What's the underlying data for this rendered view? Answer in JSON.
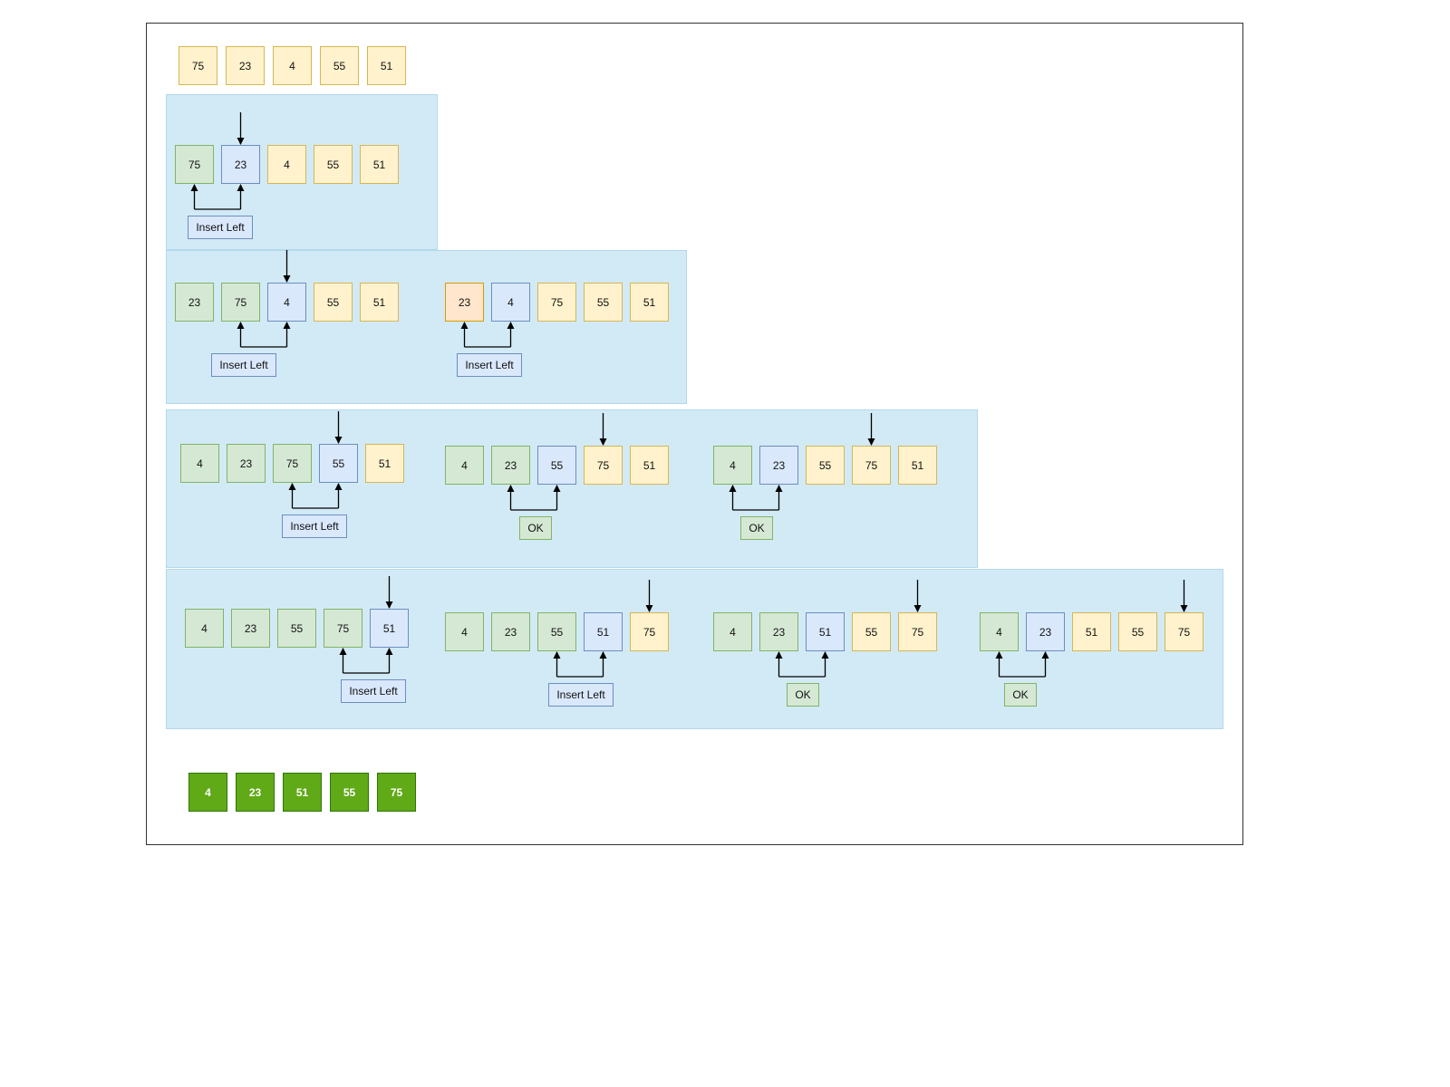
{
  "labels": {
    "insert_left": "Insert Left",
    "ok": "OK"
  },
  "colors": {
    "panel": "#d2eaf6",
    "unsorted": "#fff2cc",
    "sorted": "#d5e8d4",
    "current": "#dae8fc",
    "highlight": "#ffe6cc",
    "final": "#60a917",
    "arrow": "#000000"
  },
  "initial_array": [
    "75",
    "23",
    "4",
    "55",
    "51"
  ],
  "steps": [
    {
      "values": [
        "75",
        "23",
        "4",
        "55",
        "51"
      ],
      "states": [
        "sorted",
        "current",
        "unsorted",
        "unsorted",
        "unsorted"
      ],
      "label": "Insert Left"
    },
    {
      "values": [
        "23",
        "75",
        "4",
        "55",
        "51"
      ],
      "states": [
        "sorted",
        "sorted",
        "current",
        "unsorted",
        "unsorted"
      ],
      "label": "Insert Left"
    },
    {
      "values": [
        "23",
        "4",
        "75",
        "55",
        "51"
      ],
      "states": [
        "highlight",
        "current",
        "unsorted",
        "unsorted",
        "unsorted"
      ],
      "label": "Insert Left"
    },
    {
      "values": [
        "4",
        "23",
        "75",
        "55",
        "51"
      ],
      "states": [
        "sorted",
        "sorted",
        "sorted",
        "current",
        "unsorted"
      ],
      "label": "Insert Left"
    },
    {
      "values": [
        "4",
        "23",
        "55",
        "75",
        "51"
      ],
      "states": [
        "sorted",
        "sorted",
        "current",
        "unsorted",
        "unsorted"
      ],
      "label": "OK"
    },
    {
      "values": [
        "4",
        "23",
        "55",
        "75",
        "51"
      ],
      "states": [
        "sorted",
        "current",
        "unsorted",
        "unsorted",
        "unsorted"
      ],
      "label": "OK"
    },
    {
      "values": [
        "4",
        "23",
        "55",
        "75",
        "51"
      ],
      "states": [
        "sorted",
        "sorted",
        "sorted",
        "sorted",
        "current"
      ],
      "label": "Insert Left"
    },
    {
      "values": [
        "4",
        "23",
        "55",
        "51",
        "75"
      ],
      "states": [
        "sorted",
        "sorted",
        "sorted",
        "current",
        "unsorted"
      ],
      "label": "Insert Left"
    },
    {
      "values": [
        "4",
        "23",
        "51",
        "55",
        "75"
      ],
      "states": [
        "sorted",
        "sorted",
        "current",
        "unsorted",
        "unsorted"
      ],
      "label": "OK"
    },
    {
      "values": [
        "4",
        "23",
        "51",
        "55",
        "75"
      ],
      "states": [
        "sorted",
        "current",
        "unsorted",
        "unsorted",
        "unsorted"
      ],
      "label": "OK"
    }
  ],
  "sorted_array": [
    "4",
    "23",
    "51",
    "55",
    "75"
  ]
}
